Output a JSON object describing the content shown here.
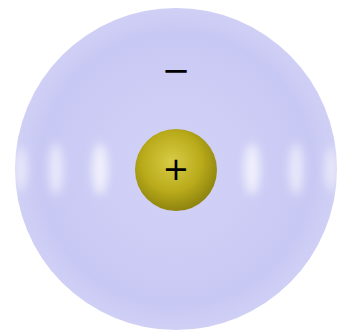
{
  "diagram": {
    "nodes": [
      {
        "text": [
          "−"
        ]
      },
      {
        "text": [
          "+"
        ],
        "in": 0
      }
    ]
  }
}
